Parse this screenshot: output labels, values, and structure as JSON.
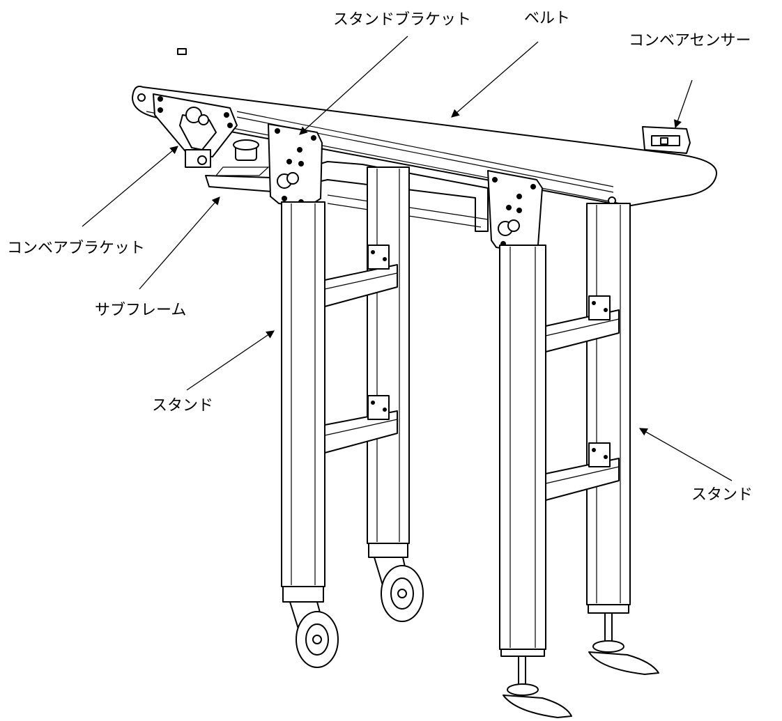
{
  "labels": {
    "stand_bracket": "スタンドブラケット",
    "belt": "ベルト",
    "conveyor_sensor": "コンベアセンサー",
    "conveyor_bracket": "コンベアブラケット",
    "subframe": "サブフレーム",
    "stand_left": "スタンド",
    "stand_right": "スタンド"
  },
  "colors": {
    "line": "#000000",
    "background": "#ffffff"
  }
}
